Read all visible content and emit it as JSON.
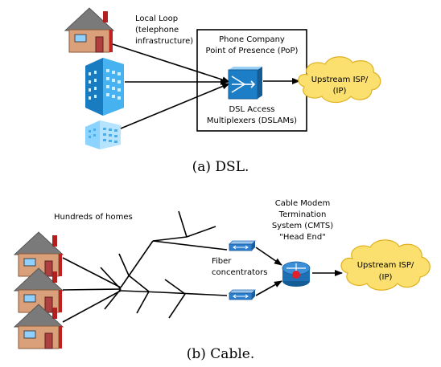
{
  "dsl": {
    "local_loop_line1": "Local Loop",
    "local_loop_line2": "(telephone",
    "local_loop_line3": "infrastructure)",
    "pop_line1": "Phone Company",
    "pop_line2": "Point of Presence (PoP)",
    "dslam_line1": "DSL Access",
    "dslam_line2": "Multiplexers (DSLAMs)",
    "upstream_line1": "Upstream ISP/",
    "upstream_line2": "(IP)",
    "caption": "(a) DSL."
  },
  "cable": {
    "homes_label": "Hundreds of homes",
    "fiber_line1": "Fiber",
    "fiber_line2": "concentrators",
    "cmts_line1": "Cable Modem",
    "cmts_line2": "Termination",
    "cmts_line3": "System (CMTS)",
    "cmts_line4": "\"Head End\"",
    "upstream_line1": "Upstream ISP/",
    "upstream_line2": "(IP)",
    "caption": "(b) Cable."
  },
  "colors": {
    "house_wall": "#d9a07a",
    "house_roof": "#7a7a7a",
    "house_window": "#8fd0ff",
    "building_blue": "#2a9de0",
    "building_light": "#8cd3ff",
    "cloud_fill": "#fbe070",
    "cloud_stroke": "#e0b020",
    "router_blue": "#1f6fb5",
    "router_red": "#e0202a"
  }
}
